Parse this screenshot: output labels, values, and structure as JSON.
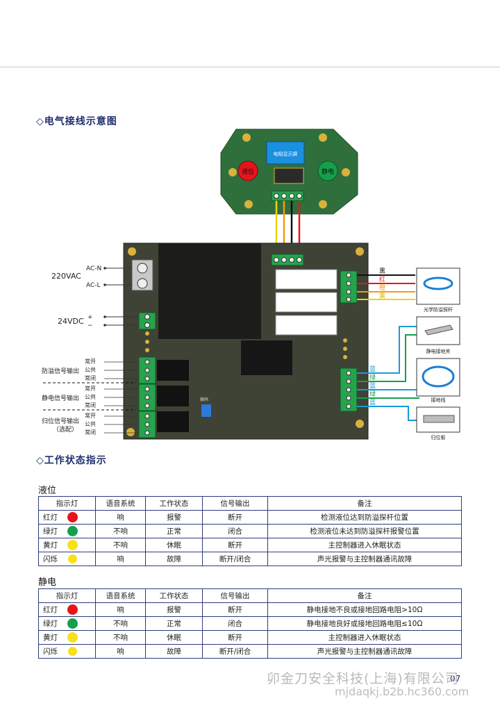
{
  "sections": {
    "wiring_title": "◇电气接线示意图",
    "status_title": "◇工作状态指示"
  },
  "diagram": {
    "display_label": "电阻显示屏",
    "level_button": "液位",
    "static_button": "静电",
    "power_220": "220VAC",
    "ac_n": "AC-N",
    "ac_l": "AC-L",
    "power_24": "24VDC",
    "plus": "+",
    "minus": "−",
    "overflow_out": "防溢信号输出",
    "static_out": "静电信号输出",
    "reset_out": "归位信号输出",
    "reset_note": "（选配）",
    "no": "常开",
    "com": "公共",
    "nc": "常闭",
    "wire_black": "黑",
    "wire_red": "红",
    "wire_orange": "橙",
    "wire_yellow": "黄",
    "wire_blue": "蓝",
    "wire_green": "绿",
    "probe_label": "光学防溢探杆",
    "clamp_label": "静电接地夹",
    "ground_wire_label": "接地线",
    "reset_plate_label": "归位板",
    "dip_label": "拨码"
  },
  "table_headers": [
    "指示灯",
    "语音系统",
    "工作状态",
    "信号输出",
    "备注"
  ],
  "level": {
    "title": "液位",
    "rows": [
      {
        "lamp": "红灯",
        "color": "#e8141b",
        "voice": "响",
        "state": "报警",
        "signal": "断开",
        "note": "检测液位达到防溢探杆位置"
      },
      {
        "lamp": "绿灯",
        "color": "#14a04a",
        "voice": "不响",
        "state": "正常",
        "signal": "闭合",
        "note": "检测液位未达到防溢探杆报警位置"
      },
      {
        "lamp": "黄灯",
        "color": "#f6e11a",
        "voice": "不响",
        "state": "休眠",
        "signal": "断开",
        "note": "主控制器进入休眠状态"
      },
      {
        "lamp": "闪烁",
        "color": "#f6e11a",
        "voice": "响",
        "state": "故障",
        "signal": "断开/闭合",
        "note": "声光报警与主控制器通讯故障"
      }
    ]
  },
  "static": {
    "title": "静电",
    "rows": [
      {
        "lamp": "红灯",
        "color": "#e8141b",
        "voice": "响",
        "state": "报警",
        "signal": "断开",
        "note": "静电接地不良或接地回路电阻>10Ω"
      },
      {
        "lamp": "绿灯",
        "color": "#14a04a",
        "voice": "不响",
        "state": "正常",
        "signal": "闭合",
        "note": "静电接地良好或接地回路电阻≤10Ω"
      },
      {
        "lamp": "黄灯",
        "color": "#f6e11a",
        "voice": "不响",
        "state": "休眠",
        "signal": "断开",
        "note": "主控制器进入休眠状态"
      },
      {
        "lamp": "闪烁",
        "color": "#f6e11a",
        "voice": "响",
        "state": "故障",
        "signal": "断开/闭合",
        "note": "声光报警与主控制器通讯故障"
      }
    ]
  },
  "footer": {
    "company": "卯金刀安全科技(上海)有限公司",
    "url": "mjdaqkj.b2b.hc360.com",
    "page": "07"
  }
}
